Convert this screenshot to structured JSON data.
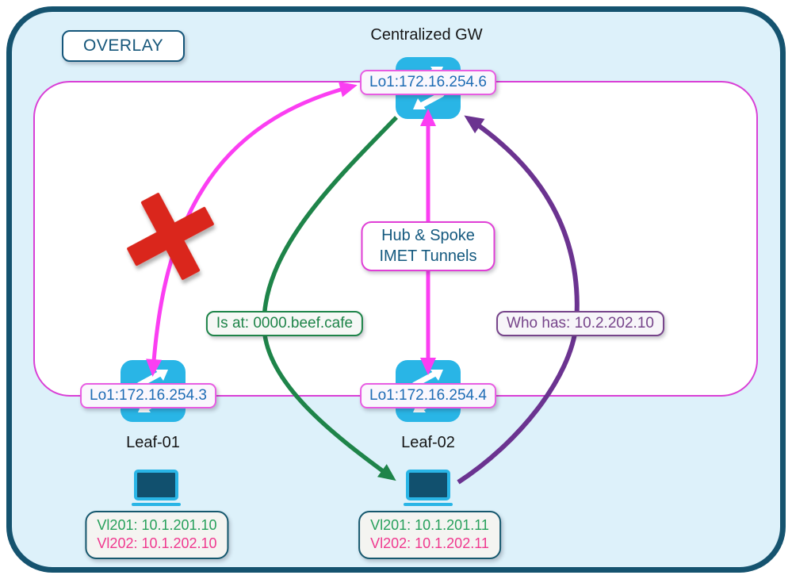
{
  "overlay": {
    "label": "OVERLAY"
  },
  "gateway": {
    "title": "Centralized GW",
    "loopback": "Lo1:172.16.254.6"
  },
  "leaf1": {
    "name": "Leaf-01",
    "loopback": "Lo1:172.16.254.3"
  },
  "leaf2": {
    "name": "Leaf-02",
    "loopback": "Lo1:172.16.254.4"
  },
  "tunnel_box": {
    "line1": "Hub & Spoke",
    "line2": "IMET Tunnels"
  },
  "messages": {
    "mac_reply": "Is at: 0000.beef.cafe",
    "arp_request": "Who has: 10.2.202.10"
  },
  "host1": {
    "vlan201": "Vl201: 10.1.201.10",
    "vlan202": "Vl202: 10.1.202.10"
  },
  "host2": {
    "vlan201": "Vl201: 10.1.201.11",
    "vlan202": "Vl202: 10.1.202.11"
  },
  "icons": {
    "gateway": "switch-icon",
    "leaf1": "switch-icon",
    "leaf2": "switch-icon",
    "host1": "laptop-icon",
    "host2": "laptop-icon",
    "blocked": "red-x-icon"
  },
  "colors": {
    "frame_border": "#15536f",
    "frame_bg": "#ddf1fa",
    "overlay_box_border": "#d93fd6",
    "tunnel_arrow": "#fb3ef2",
    "mac_reply_arrow": "#1e8449",
    "arp_request_arrow": "#6b3390",
    "blocked_x": "#da251d",
    "device_icon": "#29b5e6",
    "loopback_text": "#1e6cb5",
    "vlan201_text": "#27a05c",
    "vlan202_text": "#f0398f"
  }
}
